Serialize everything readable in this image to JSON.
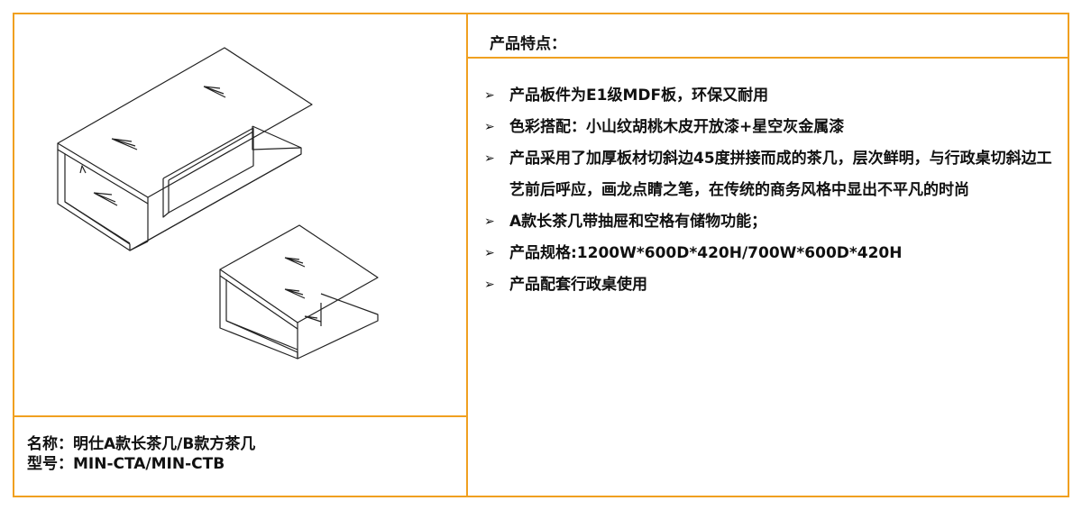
{
  "caption": {
    "name": "名称：明仕A款长茶几/B款方茶几",
    "model": "型号：MIN-CTA/MIN-CTB"
  },
  "features": {
    "title": "产品特点：",
    "bullet_glyph": "➢",
    "items": [
      "产品板件为E1级MDF板，环保又耐用",
      "色彩搭配：小山纹胡桃木皮开放漆+星空灰金属漆",
      "产品采用了加厚板材切斜边45度拼接而成的茶几，层次鲜明，与行政桌切斜边工艺前后呼应，画龙点睛之笔，在传统的商务风格中显出不平凡的时尚",
      "A款长茶几带抽屉和空格有储物功能；",
      "产品规格:1200W*600D*420H/700W*600D*420H",
      "产品配套行政桌使用"
    ]
  },
  "colors": {
    "border": "#f0a020",
    "line_art": "#222222"
  }
}
